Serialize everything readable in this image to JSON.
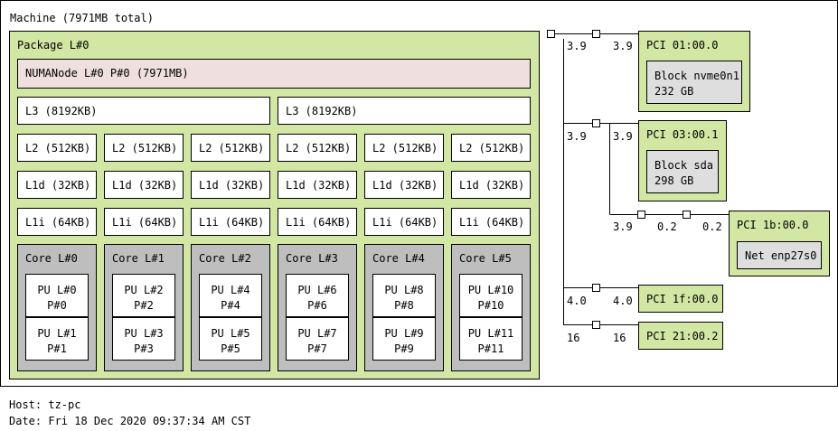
{
  "machine": {
    "label": "Machine (7971MB total)"
  },
  "package": {
    "label": "Package L#0"
  },
  "numa": {
    "label": "NUMANode L#0 P#0 (7971MB)"
  },
  "l3": [
    "L3 (8192KB)",
    "L3 (8192KB)"
  ],
  "l2": [
    "L2 (512KB)",
    "L2 (512KB)",
    "L2 (512KB)",
    "L2 (512KB)",
    "L2 (512KB)",
    "L2 (512KB)"
  ],
  "l1d": [
    "L1d (32KB)",
    "L1d (32KB)",
    "L1d (32KB)",
    "L1d (32KB)",
    "L1d (32KB)",
    "L1d (32KB)"
  ],
  "l1i": [
    "L1i (64KB)",
    "L1i (64KB)",
    "L1i (64KB)",
    "L1i (64KB)",
    "L1i (64KB)",
    "L1i (64KB)"
  ],
  "cores": [
    {
      "label": "Core L#0",
      "pus": [
        {
          "l": "PU L#0",
          "p": "P#0"
        },
        {
          "l": "PU L#1",
          "p": "P#1"
        }
      ]
    },
    {
      "label": "Core L#1",
      "pus": [
        {
          "l": "PU L#2",
          "p": "P#2"
        },
        {
          "l": "PU L#3",
          "p": "P#3"
        }
      ]
    },
    {
      "label": "Core L#2",
      "pus": [
        {
          "l": "PU L#4",
          "p": "P#4"
        },
        {
          "l": "PU L#5",
          "p": "P#5"
        }
      ]
    },
    {
      "label": "Core L#3",
      "pus": [
        {
          "l": "PU L#6",
          "p": "P#6"
        },
        {
          "l": "PU L#7",
          "p": "P#7"
        }
      ]
    },
    {
      "label": "Core L#4",
      "pus": [
        {
          "l": "PU L#8",
          "p": "P#8"
        },
        {
          "l": "PU L#9",
          "p": "P#9"
        }
      ]
    },
    {
      "label": "Core L#5",
      "pus": [
        {
          "l": "PU L#10",
          "p": "P#10"
        },
        {
          "l": "PU L#11",
          "p": "P#11"
        }
      ]
    }
  ],
  "pci": {
    "dev1": {
      "label": "PCI 01:00.0",
      "block": "Block nvme0n1",
      "size": "232 GB",
      "bw_left": "3.9",
      "bw_right": "3.9"
    },
    "dev2": {
      "label": "PCI 03:00.1",
      "block": "Block sda",
      "size": "298 GB",
      "bw_left": "3.9",
      "bw_right": "3.9"
    },
    "dev3": {
      "label": "PCI 1b:00.0",
      "net": "Net enp27s0",
      "bw_a": "3.9",
      "bw_b": "0.2",
      "bw_c": "0.2"
    },
    "dev4": {
      "label": "PCI 1f:00.0",
      "bw_left": "4.0",
      "bw_right": "4.0"
    },
    "dev5": {
      "label": "PCI 21:00.2",
      "bw_left": "16",
      "bw_right": "16"
    }
  },
  "footer": {
    "host": "Host: tz-pc",
    "date": "Date: Fri 18 Dec 2020 09:37:34 AM CST"
  }
}
